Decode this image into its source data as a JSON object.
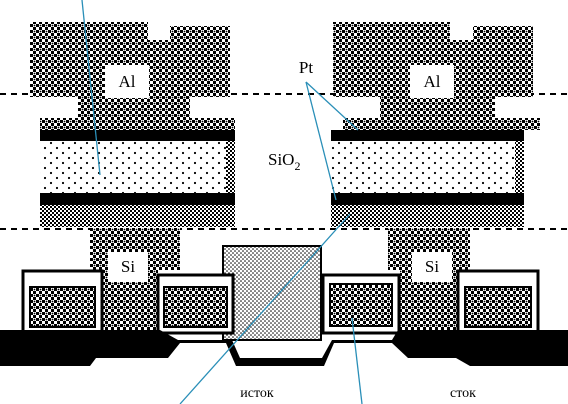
{
  "labels": {
    "al_left": "Al",
    "al_right": "Al",
    "pt": "Pt",
    "sio2_base": "SiO",
    "sio2_sub": "2",
    "si_left": "Si",
    "si_right": "Si",
    "source": "исток",
    "drain": "сток"
  },
  "colors": {
    "ink": "#000000",
    "paper": "#ffffff",
    "callout_line": "#2a8fb8",
    "fill_dense": "#555555"
  }
}
